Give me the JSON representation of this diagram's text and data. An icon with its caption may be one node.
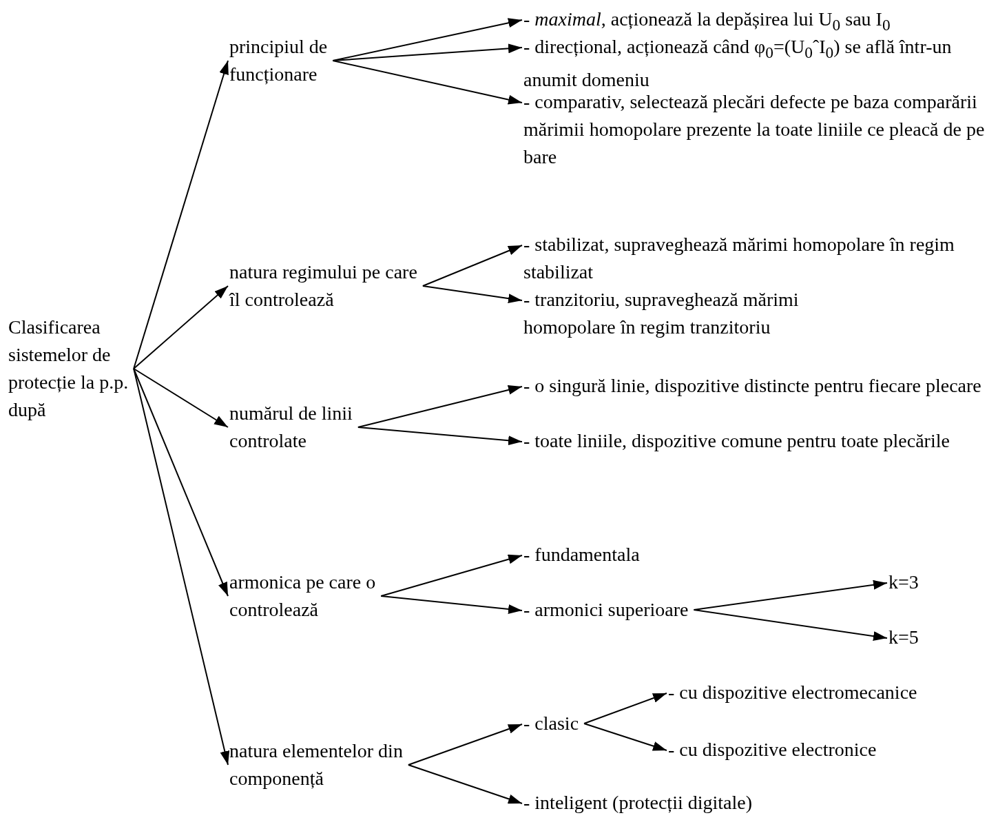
{
  "diagram": {
    "nodes": [
      {
        "text": [
          "Clasificarea sistemelor de protecție la p.p. după"
        ]
      },
      {
        "text": [
          "principiul de funcționare"
        ]
      },
      {
        "text": [
          "- *maximal*, acționează la depășirea lui U$_{0}$ sau I$_{0}$"
        ]
      },
      {
        "text": [
          "- direcțional, acționează când φ$_{0}$=(U$_{0}$ˆI$_{0}$) se află într-un anumit domeniu"
        ]
      },
      {
        "text": [
          "- comparativ, selectează plecări defecte pe baza comparării mărimii homopolare prezente la toate liniile ce pleacă de pe bare"
        ]
      },
      {
        "text": [
          "natura regimului pe care îl controlează"
        ]
      },
      {
        "text": [
          "- stabilizat, supraveghează mărimi homopolare în regim stabilizat"
        ]
      },
      {
        "text": [
          "- tranzitoriu, supraveghează mărimi homopolare în regim tranzitoriu"
        ]
      },
      {
        "text": [
          "numărul de linii controlate"
        ]
      },
      {
        "text": [
          "- o singură linie, dispozitive distincte pentru fiecare plecare"
        ]
      },
      {
        "text": [
          "- toate liniile, dispozitive comune pentru toate plecările"
        ]
      },
      {
        "text": [
          "armonica pe care o controlează"
        ]
      },
      {
        "text": [
          "- fundamentala"
        ]
      },
      {
        "text": [
          "- armonici superioare"
        ]
      },
      {
        "text": [
          "k=3"
        ]
      },
      {
        "text": [
          "k=5"
        ]
      },
      {
        "text": [
          "natura elementelor din componență"
        ]
      },
      {
        "text": [
          "- clasic"
        ]
      },
      {
        "text": [
          "- cu dispozitive electromecanice"
        ]
      },
      {
        "text": [
          "- cu dispozitive electronice"
        ]
      },
      {
        "text": [
          "- inteligent (protecții digitale)"
        ]
      }
    ],
    "edges": [
      {
        "from": 0,
        "to": 1,
        "arrow": "to"
      },
      {
        "from": 0,
        "to": 5,
        "arrow": "to"
      },
      {
        "from": 0,
        "to": 8,
        "arrow": "to"
      },
      {
        "from": 0,
        "to": 11,
        "arrow": "to"
      },
      {
        "from": 0,
        "to": 16,
        "arrow": "to"
      },
      {
        "from": 1,
        "to": 2,
        "arrow": "to"
      },
      {
        "from": 1,
        "to": 3,
        "arrow": "to"
      },
      {
        "from": 1,
        "to": 4,
        "arrow": "to"
      },
      {
        "from": 5,
        "to": 6,
        "arrow": "to"
      },
      {
        "from": 5,
        "to": 7,
        "arrow": "to"
      },
      {
        "from": 8,
        "to": 9,
        "arrow": "to"
      },
      {
        "from": 8,
        "to": 10,
        "arrow": "to"
      },
      {
        "from": 11,
        "to": 12,
        "arrow": "to"
      },
      {
        "from": 11,
        "to": 13,
        "arrow": "to"
      },
      {
        "from": 13,
        "to": 14,
        "arrow": "to"
      },
      {
        "from": 13,
        "to": 15,
        "arrow": "to"
      },
      {
        "from": 16,
        "to": 17,
        "arrow": "to"
      },
      {
        "from": 16,
        "to": 20,
        "arrow": "to"
      },
      {
        "from": 17,
        "to": 18,
        "arrow": "to"
      },
      {
        "from": 17,
        "to": 19,
        "arrow": "to"
      }
    ]
  }
}
